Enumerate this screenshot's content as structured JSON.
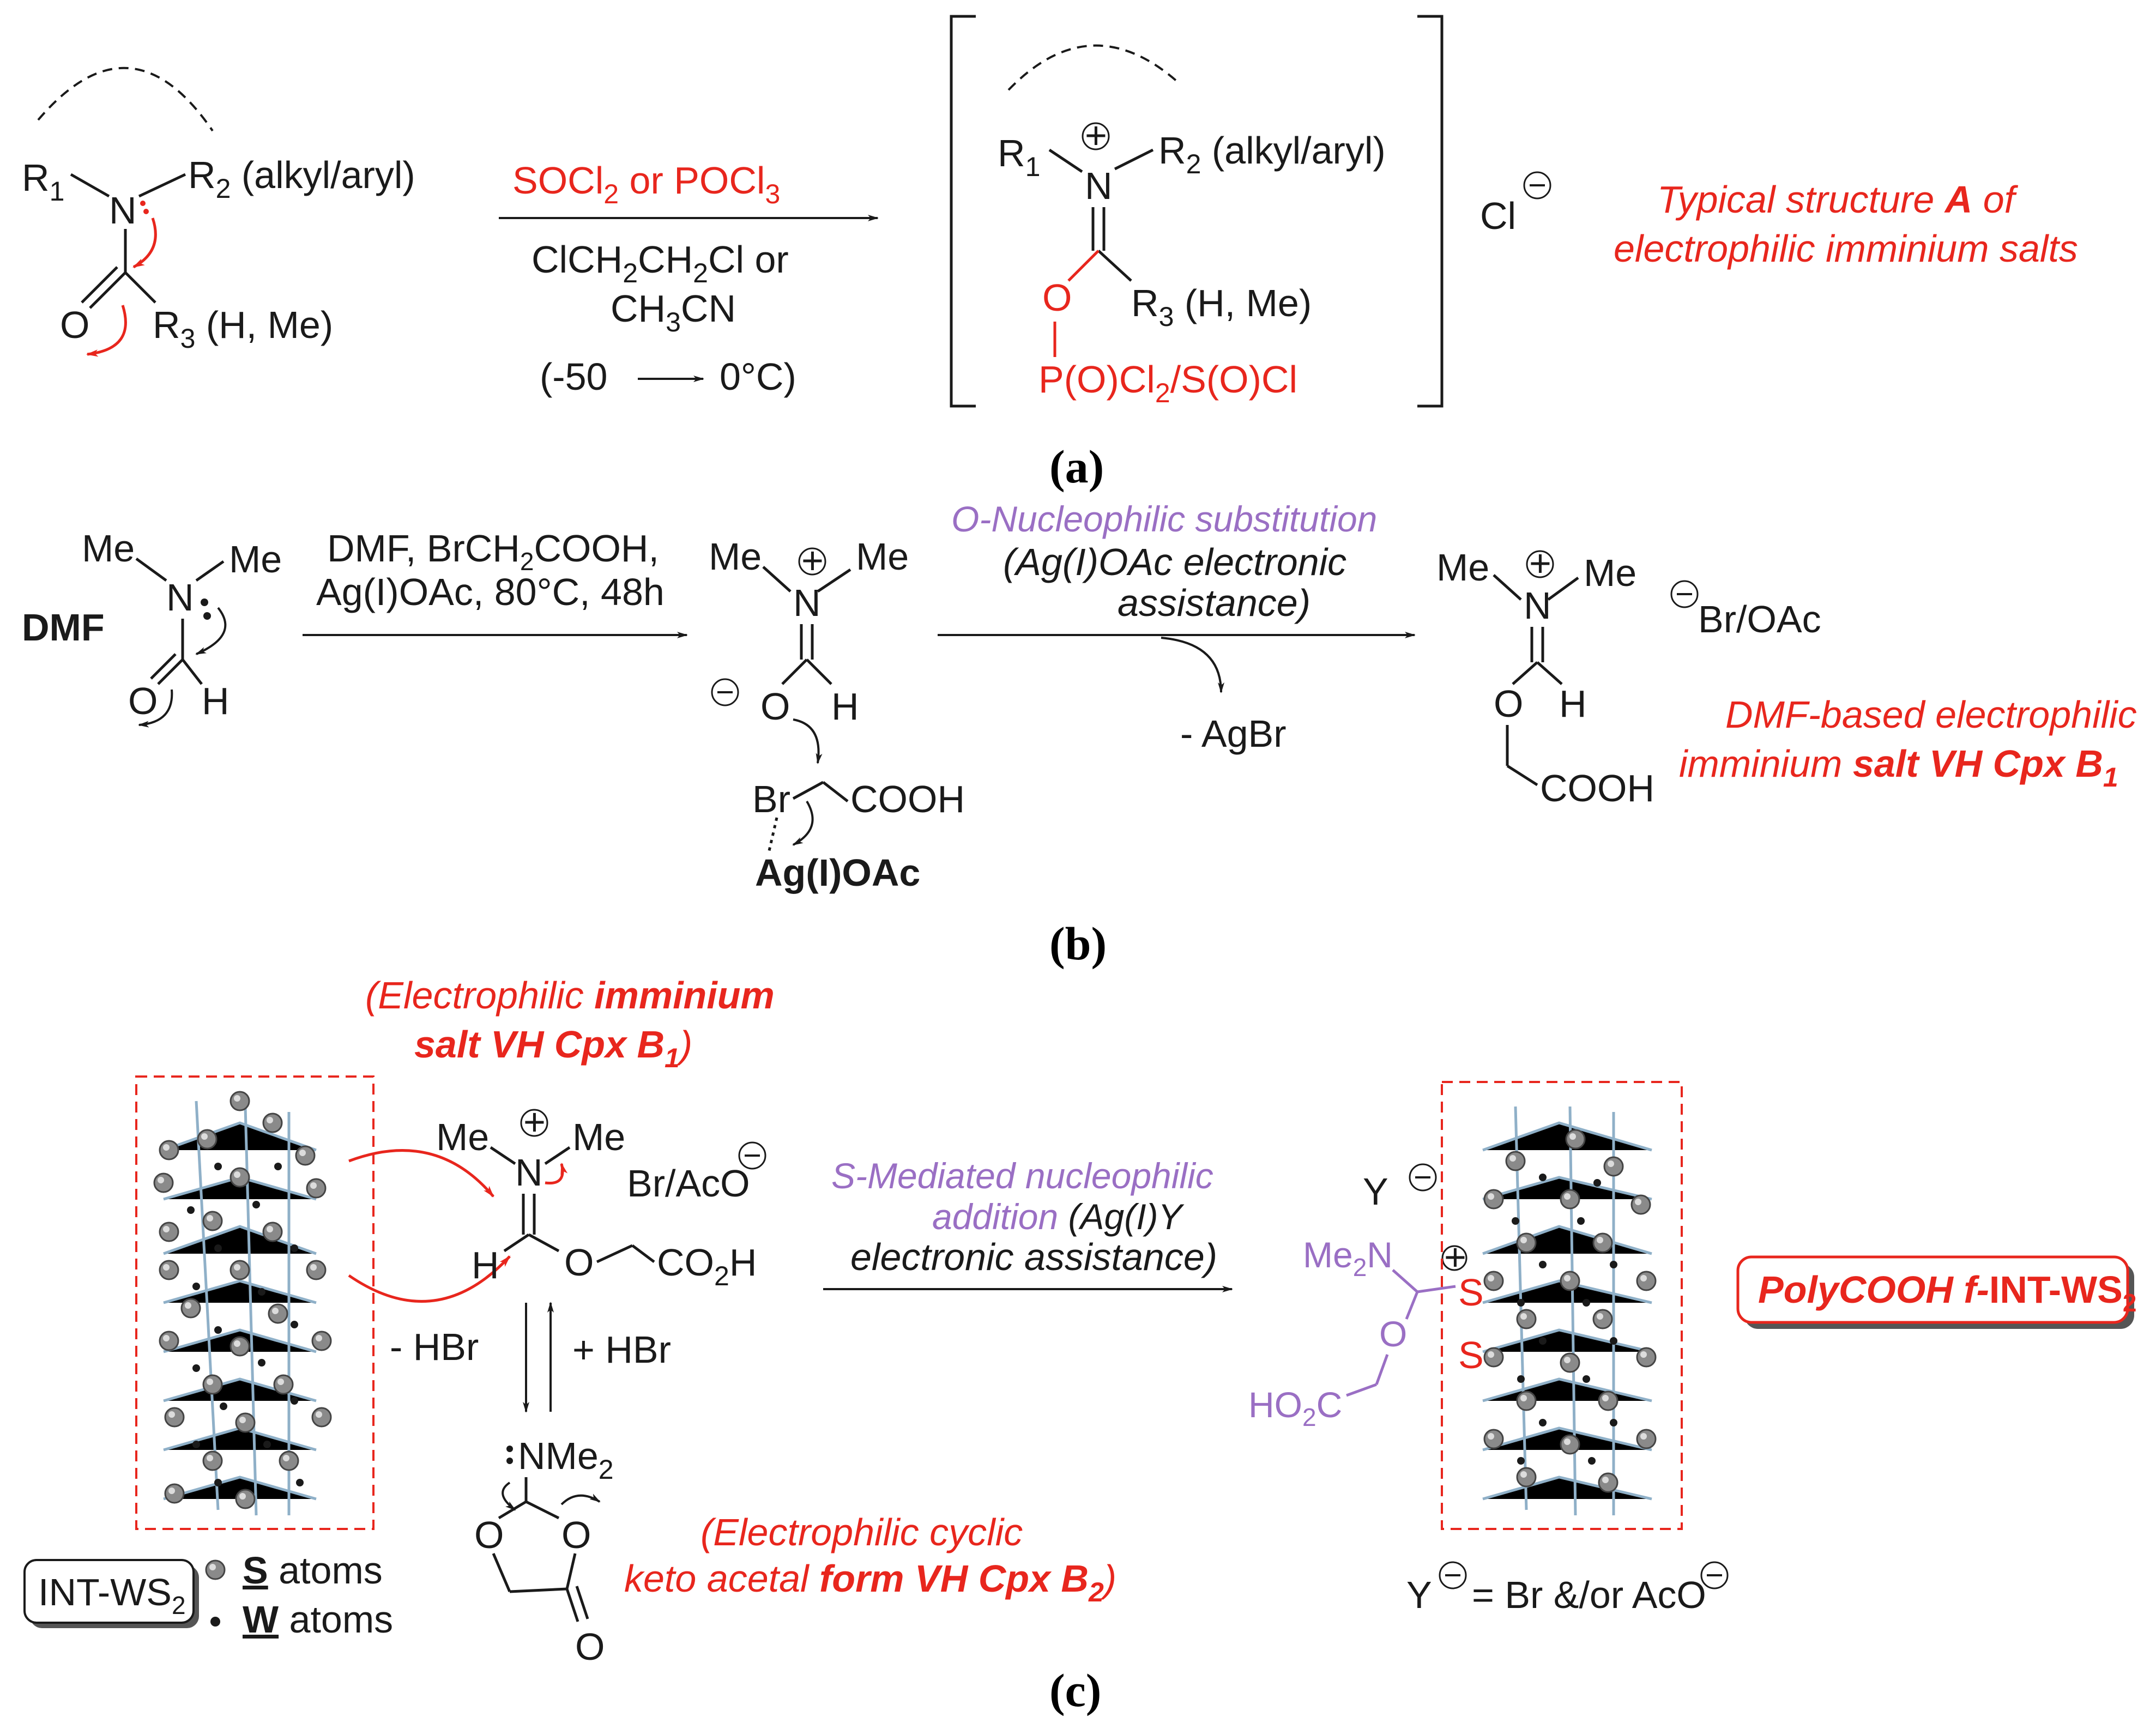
{
  "panel_a": {
    "label": "(a)",
    "reactant": {
      "r1": "R",
      "r1_sub": "1",
      "n": "N",
      "r2": "R",
      "r2_sub": "2",
      "r2_note": " (alkyl/aryl)",
      "o": "O",
      "r3": "R",
      "r3_sub": "3",
      "r3_note": " (H, Me)"
    },
    "reagent_top": "SOCl2 or POCl3",
    "solvent_line1": "ClCH2CH2Cl or",
    "solvent_line2": "CH3CN",
    "temp_start": "(-50",
    "temp_end": "0°C)",
    "product": {
      "r1": "R",
      "r1_sub": "1",
      "n": "N",
      "r2": "R",
      "r2_sub": "2",
      "r2_note": " (alkyl/aryl)",
      "o": "O",
      "r3": "R",
      "r3_sub": "3",
      "r3_note": " (H, Me)",
      "p": "P(O)Cl2/S(O)Cl",
      "counterion": "Cl"
    },
    "caption_line1": "Typical structure A of",
    "caption_line2": "electrophilic imminium salts"
  },
  "panel_b": {
    "label": "(b)",
    "dmf_label": "DMF",
    "me": "Me",
    "n": "N",
    "o": "O",
    "h": "H",
    "reagents_line1": "DMF, BrCH2COOH,",
    "reagents_line2": "Ag(I)OAc, 80°C, 48h",
    "br": "Br",
    "cooh": "COOH",
    "agoac": "Ag(I)OAc",
    "step2_line1": "O-Nucleophilic substitution",
    "step2_line2": "(Ag(I)OAc electronic",
    "step2_line3": "assistance)",
    "byproduct": "- AgBr",
    "anion": "Br/OAc",
    "caption_line1": "DMF-based electrophilic",
    "caption_line2": "imminium salt VH Cpx B1"
  },
  "panel_c": {
    "label": "(c)",
    "top_caption_line1": "(Electrophilic imminium",
    "top_caption_line2": "salt VH Cpx B1)",
    "me": "Me",
    "n": "N",
    "h": "H",
    "o": "O",
    "co2h": "CO2H",
    "anion": "Br/AcO",
    "minus_hbr": "- HBr",
    "plus_hbr": "+ HBr",
    "nme2": "NMe2",
    "bottom_caption_line1": "(Electrophilic cyclic",
    "bottom_caption_line2": "keto acetal form VH Cpx B2)",
    "step_line1": "S-Mediated nucleophilic",
    "step_line2": "addition (Ag(I)Y",
    "step_line3": "electronic assistance)",
    "y": "Y",
    "me2n": "Me2N",
    "s": "S",
    "ho2c": "HO2C",
    "y_def": "= Br &/or AcO",
    "legend_box": "INT-WS2",
    "legend_s": "S atoms",
    "legend_w": "W atoms",
    "product_box": "PolyCOOH f-INT-WS2"
  },
  "colors": {
    "red": "#e8261d",
    "purple": "#9a6fc4",
    "black": "#1a1a1a"
  }
}
